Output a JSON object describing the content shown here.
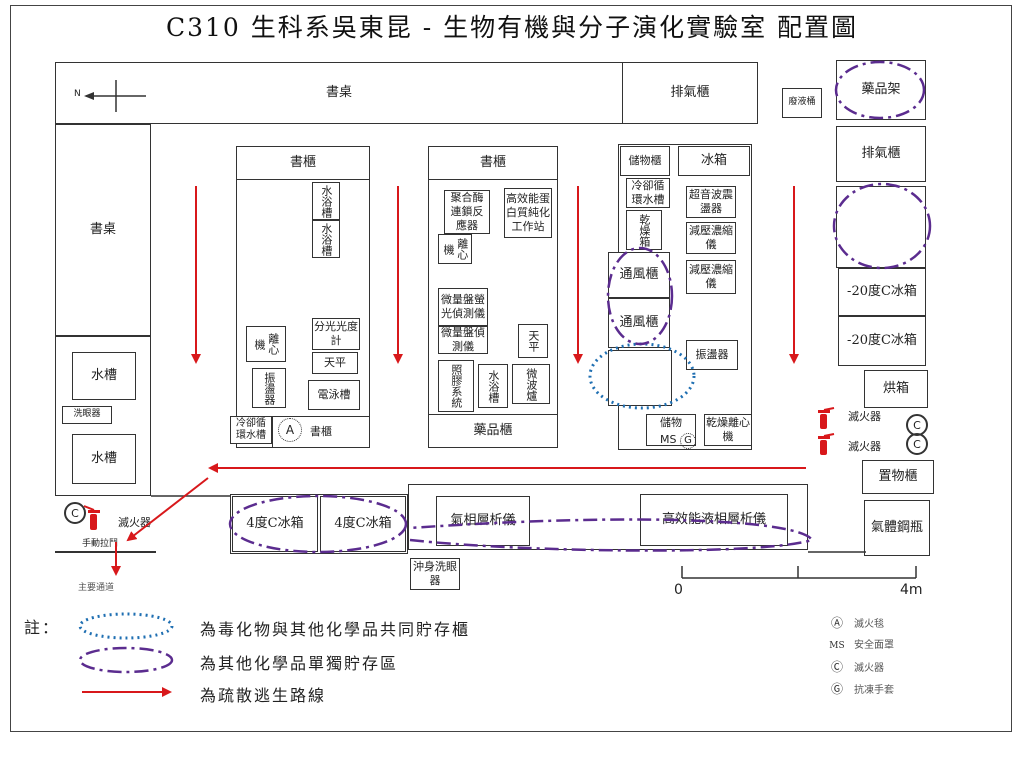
{
  "title": "C310  生科系吳東昆 - 生物有機與分子演化實驗室  配置圖",
  "north_label": "N",
  "rooms": {
    "desk_top": "書桌",
    "fume_top": "排氣櫃",
    "waste_bin": "廢液桶",
    "drug_rack": "藥品架",
    "fume_right": "排氣櫃",
    "freezer1": "-20度C冰箱",
    "freezer2": "-20度C冰箱",
    "oven": "烘箱",
    "shelf": "置物櫃",
    "gas_cyl": "氣體鋼瓶",
    "desk_left": "書桌",
    "sink1": "水槽",
    "eyewash": "洗眼器",
    "sink2": "水槽",
    "bookcase_a": "書櫃",
    "waterbath1": "水浴槽",
    "waterbath2": "水浴槽",
    "centrifuge_a": "離心機",
    "spectro": "分光光度計",
    "balance_a": "天平",
    "shaker_a": "振盪器",
    "electro": "電泳槽",
    "chiller_a": "冷卻循環水槽",
    "bookcase_a2": "書櫃",
    "bookcase_b": "書櫃",
    "pcr": "聚合酶連鎖反應器",
    "hplc_ws": "高效能蛋白質純化工作站",
    "centrifuge_b": "離心機",
    "plate_reader": "微量盤螢光偵測儀",
    "plate_detector": "微量盤偵測儀",
    "balance_b": "天平",
    "imaging": "照膠系統",
    "waterbath_b": "水浴槽",
    "microwave": "微波爐",
    "chem_cabinet": "藥品櫃",
    "storage_c": "儲物櫃",
    "fridge_c": "冰箱",
    "chiller_c": "冷卻循環水槽",
    "dry_cabinet": "乾燥箱",
    "ultrasonic": "超音波震盪器",
    "concentrator1": "減壓濃縮儀",
    "concentrator2": "減壓濃縮儀",
    "vent1": "通風櫃",
    "vent2": "通風櫃",
    "shaker_c": "振盪器",
    "storage_c2": "儲物",
    "dry_centrifuge": "乾燥離心機",
    "fridge4a": "4度C冰箱",
    "fridge4b": "4度C冰箱",
    "gc": "氣相層析儀",
    "hplc": "高效能液相層析儀",
    "shower": "沖身洗眼器"
  },
  "labels": {
    "ext1": "滅火器",
    "ext2": "滅火器",
    "ext3": "滅火器",
    "manual_alarm": "手動拉鬥",
    "main_passage": "主要通道",
    "mark_a": "A",
    "mark_ms": "MS",
    "mark_g": "G",
    "mark_c": "C"
  },
  "scale": {
    "start": "0",
    "end": "4m"
  },
  "legend": {
    "note_label": "註：",
    "items": [
      {
        "text": "為毒化物與其他化學品共同貯存櫃",
        "color": "#1f6fb2",
        "style": "dotted"
      },
      {
        "text": "為其他化學品單獨貯存區",
        "color": "#5b2c8f",
        "style": "dash-dot"
      },
      {
        "text": "為疏散逃生路線",
        "color": "#d8181b",
        "style": "arrow"
      }
    ]
  },
  "symbols": [
    {
      "symbol": "Ⓐ",
      "text": "滅火毯"
    },
    {
      "symbol": "MS",
      "text": "安全面罩"
    },
    {
      "symbol": "Ⓒ",
      "text": "滅火器"
    },
    {
      "symbol": "Ⓖ",
      "text": "抗凍手套"
    }
  ],
  "colors": {
    "evac": "#d8181b",
    "shared_storage": "#1f6fb2",
    "separate_storage": "#5b2c8f"
  }
}
